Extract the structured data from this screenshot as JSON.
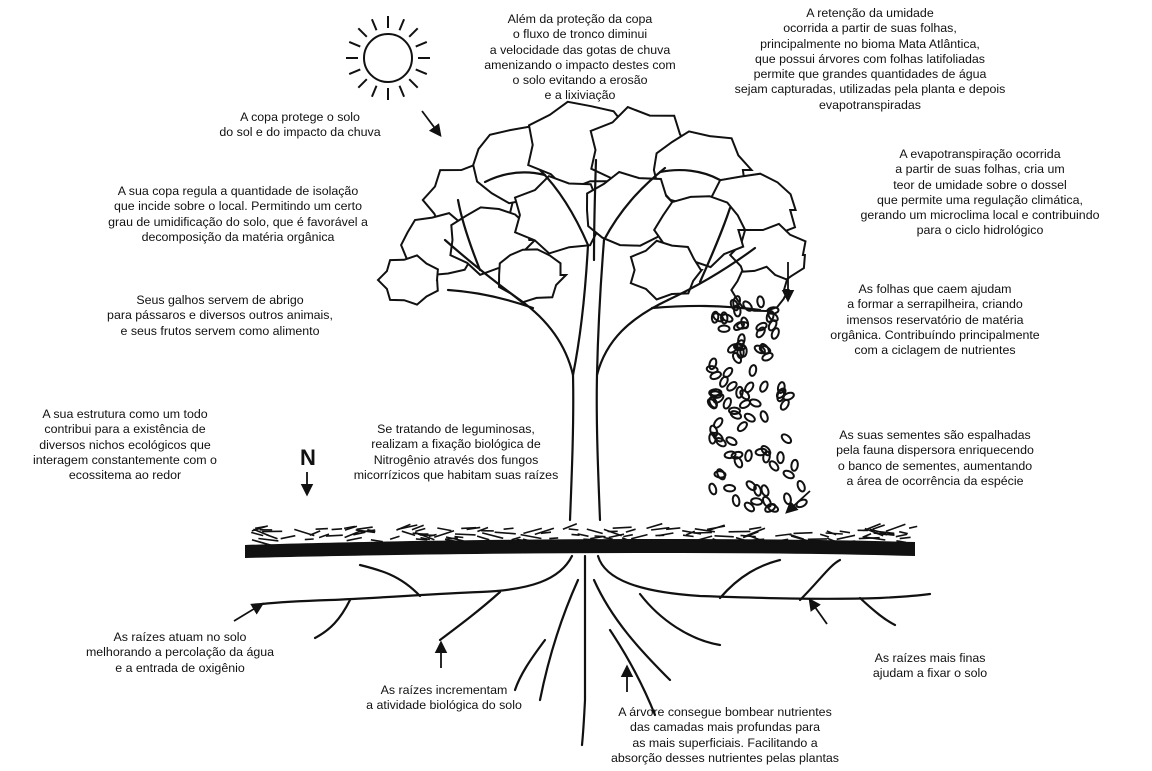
{
  "nitrogen_label": "N",
  "annotations": {
    "trunk_flow": "Além da proteção da copa\no fluxo de tronco diminui\na velocidade das gotas de chuva\namenizando o impacto destes com\no solo evitando a erosão\ne a lixiviação",
    "humidity_retention": "A retenção da umidade\nocorrida a partir de suas folhas,\nprincipalmente no bioma Mata Atlântica,\nque possui árvores com folhas latifoliadas\npermite que grandes quantidades de água\nsejam capturadas, utilizadas pela planta e depois\nevapotranspiradas",
    "canopy_protects": "A copa protege o solo\ndo sol e do impacto da chuva",
    "evapotranspiration": "A evapotranspiração ocorrida\na partir de suas folhas, cria um\nteor de umidade sobre o dossel\nque permite uma regulação climática,\ngerando um microclima local e contribuindo\npara o ciclo hidrológico",
    "canopy_regulates": "A sua copa regula a quantidade de isolação\nque incide sobre o local. Permitindo um certo\ngrau de umidificação do solo, que é favorável a\ndecomposição da matéria orgânica",
    "falling_leaves": "As folhas que caem ajudam\na formar a serrapilheira, criando\nimensos reservatório de matéria\norgânica. Contribuíndo principalmente\ncom a ciclagem de nutrientes",
    "branches_shelter": "Seus galhos servem de abrigo\npara pássaros e diversos outros animais,\ne seus frutos servem como alimento",
    "structure": "A sua estrutura como um todo\ncontribui para a existência de\ndiversos nichos ecológicos que\ninteragem constantemente com o\necossitema ao redor",
    "legumes": "Se tratando de leguminosas,\nrealizam a fixação biológica de\nNitrogênio através dos fungos\nmicorrízicos que habitam suas raízes",
    "seeds": "As suas sementes são espalhadas\npela fauna dispersora enriquecendo\no banco de sementes, aumentando\na área de ocorrência da espécie",
    "roots_percolation": "As raízes atuam no solo\nmelhorando a percolação da água\ne a entrada de oxigênio",
    "roots_biology": "As raízes incrementam\na atividade biológica do solo",
    "fine_roots": "As raízes mais finas\najudam a fixar o solo",
    "nutrient_pump": "A árvore consegue bombear nutrientes\ndas camadas mais profundas para\nas mais superficiais. Facilitando a\nabsorção desses nutrientes pelas plantas"
  }
}
